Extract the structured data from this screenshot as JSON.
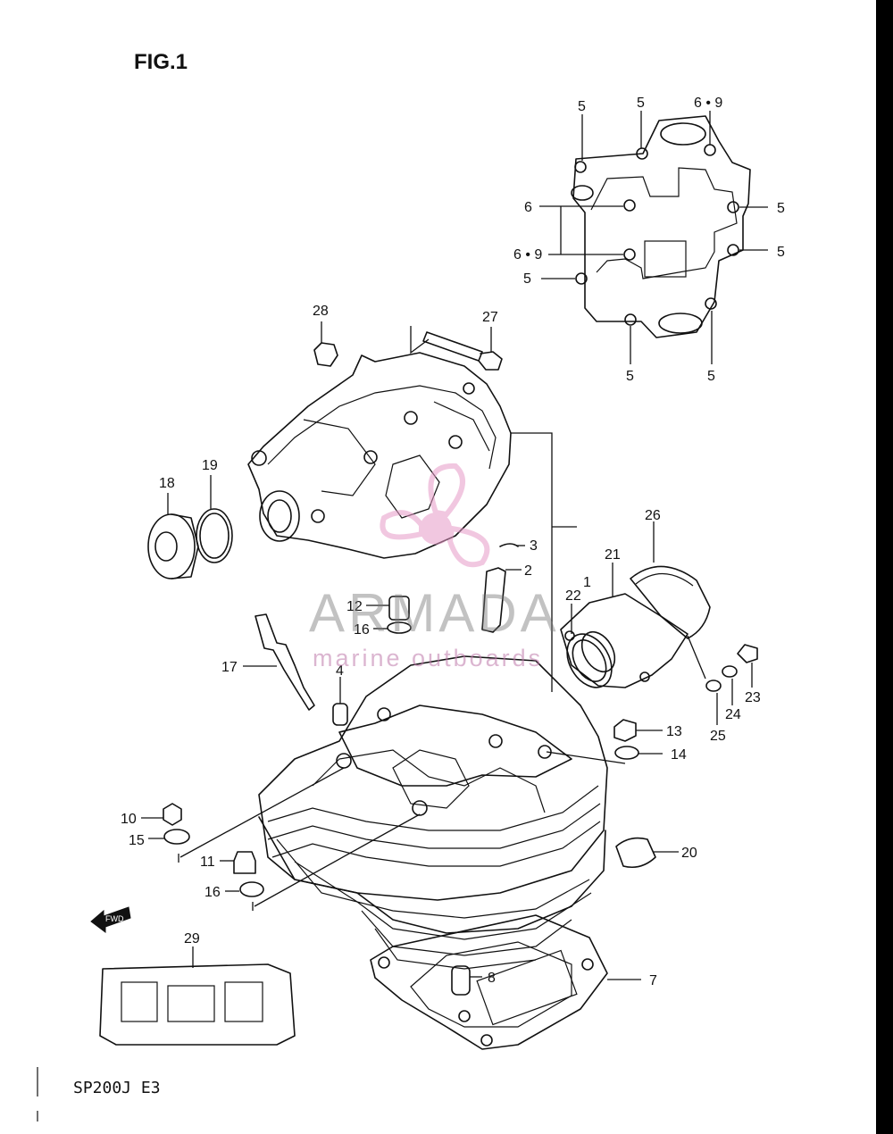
{
  "figure_title": "FIG.1",
  "footer_code": "SP200J  E3",
  "watermark": {
    "brand": "ARMADA",
    "tagline": "marine outboards",
    "color": "#e79ac7"
  },
  "fwd_label": "FWD",
  "callouts": {
    "c1": "1",
    "c2": "2",
    "c3": "3",
    "c4": "4",
    "c5a": "5",
    "c5b": "5",
    "c5c": "5",
    "c5d": "5",
    "c5e": "5",
    "c5f": "5",
    "c5g": "5",
    "c6": "6",
    "c69a": "6 • 9",
    "c69b": "6 • 9",
    "c7": "7",
    "c8": "8",
    "c10": "10",
    "c11": "11",
    "c12": "12",
    "c13": "13",
    "c14": "14",
    "c15": "15",
    "c16a": "16",
    "c16b": "16",
    "c17": "17",
    "c18": "18",
    "c19": "19",
    "c20": "20",
    "c21": "21",
    "c22": "22",
    "c23": "23",
    "c24": "24",
    "c25": "25",
    "c26": "26",
    "c27": "27",
    "c28": "28",
    "c29": "29"
  }
}
